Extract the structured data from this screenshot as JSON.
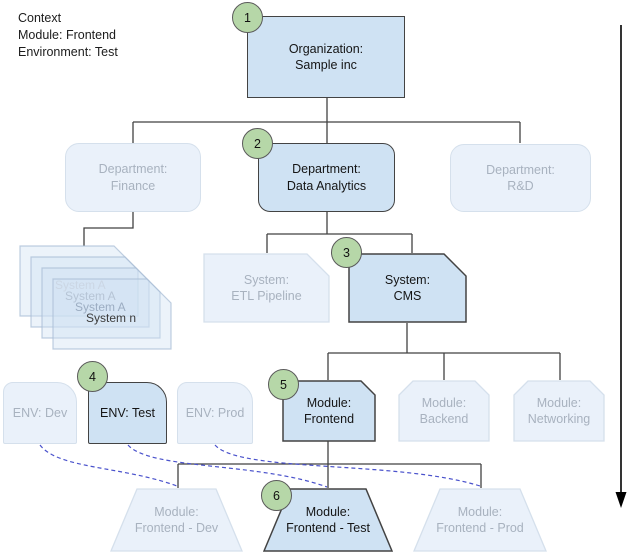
{
  "context": {
    "title": "Context",
    "module": "Module: Frontend",
    "environment": "Environment: Test"
  },
  "steps": [
    "1",
    "2",
    "3",
    "4",
    "5",
    "6"
  ],
  "nodes": {
    "organization": {
      "label": "Organization:\nSample inc"
    },
    "dept_finance": {
      "label": "Department:\nFinance"
    },
    "dept_data_analytics": {
      "label": "Department:\nData Analytics"
    },
    "dept_rnd": {
      "label": "Department:\nR&D"
    },
    "system_etl": {
      "label": "System:\nETL Pipeline"
    },
    "system_cms": {
      "label": "System:\nCMS"
    },
    "env_dev": {
      "label": "ENV: Dev"
    },
    "env_test": {
      "label": "ENV: Test"
    },
    "env_prod": {
      "label": "ENV: Prod"
    },
    "module_frontend": {
      "label": "Module:\nFrontend"
    },
    "module_backend": {
      "label": "Module:\nBackend"
    },
    "module_networking": {
      "label": "Module:\nNetworking"
    },
    "deploy_dev": {
      "label": "Module:\nFrontend - Dev"
    },
    "deploy_test": {
      "label": "Module:\nFrontend - Test"
    },
    "deploy_prod": {
      "label": "Module:\nFrontend - Prod"
    }
  },
  "system_stack": {
    "labels": [
      "System A",
      "System A",
      "System A",
      "System n"
    ]
  },
  "colors": {
    "highlight_fill": "#cfe2f3",
    "highlight_border": "#434343",
    "faded_fill": "#eaf1fa",
    "faded_border": "#d5e0ec",
    "faded_text": "#a8b2bf",
    "badge_fill": "#b6d7a8",
    "connector": "#424242",
    "dashed_link": "#4a52cc",
    "timeline_arrow": "#000000"
  }
}
